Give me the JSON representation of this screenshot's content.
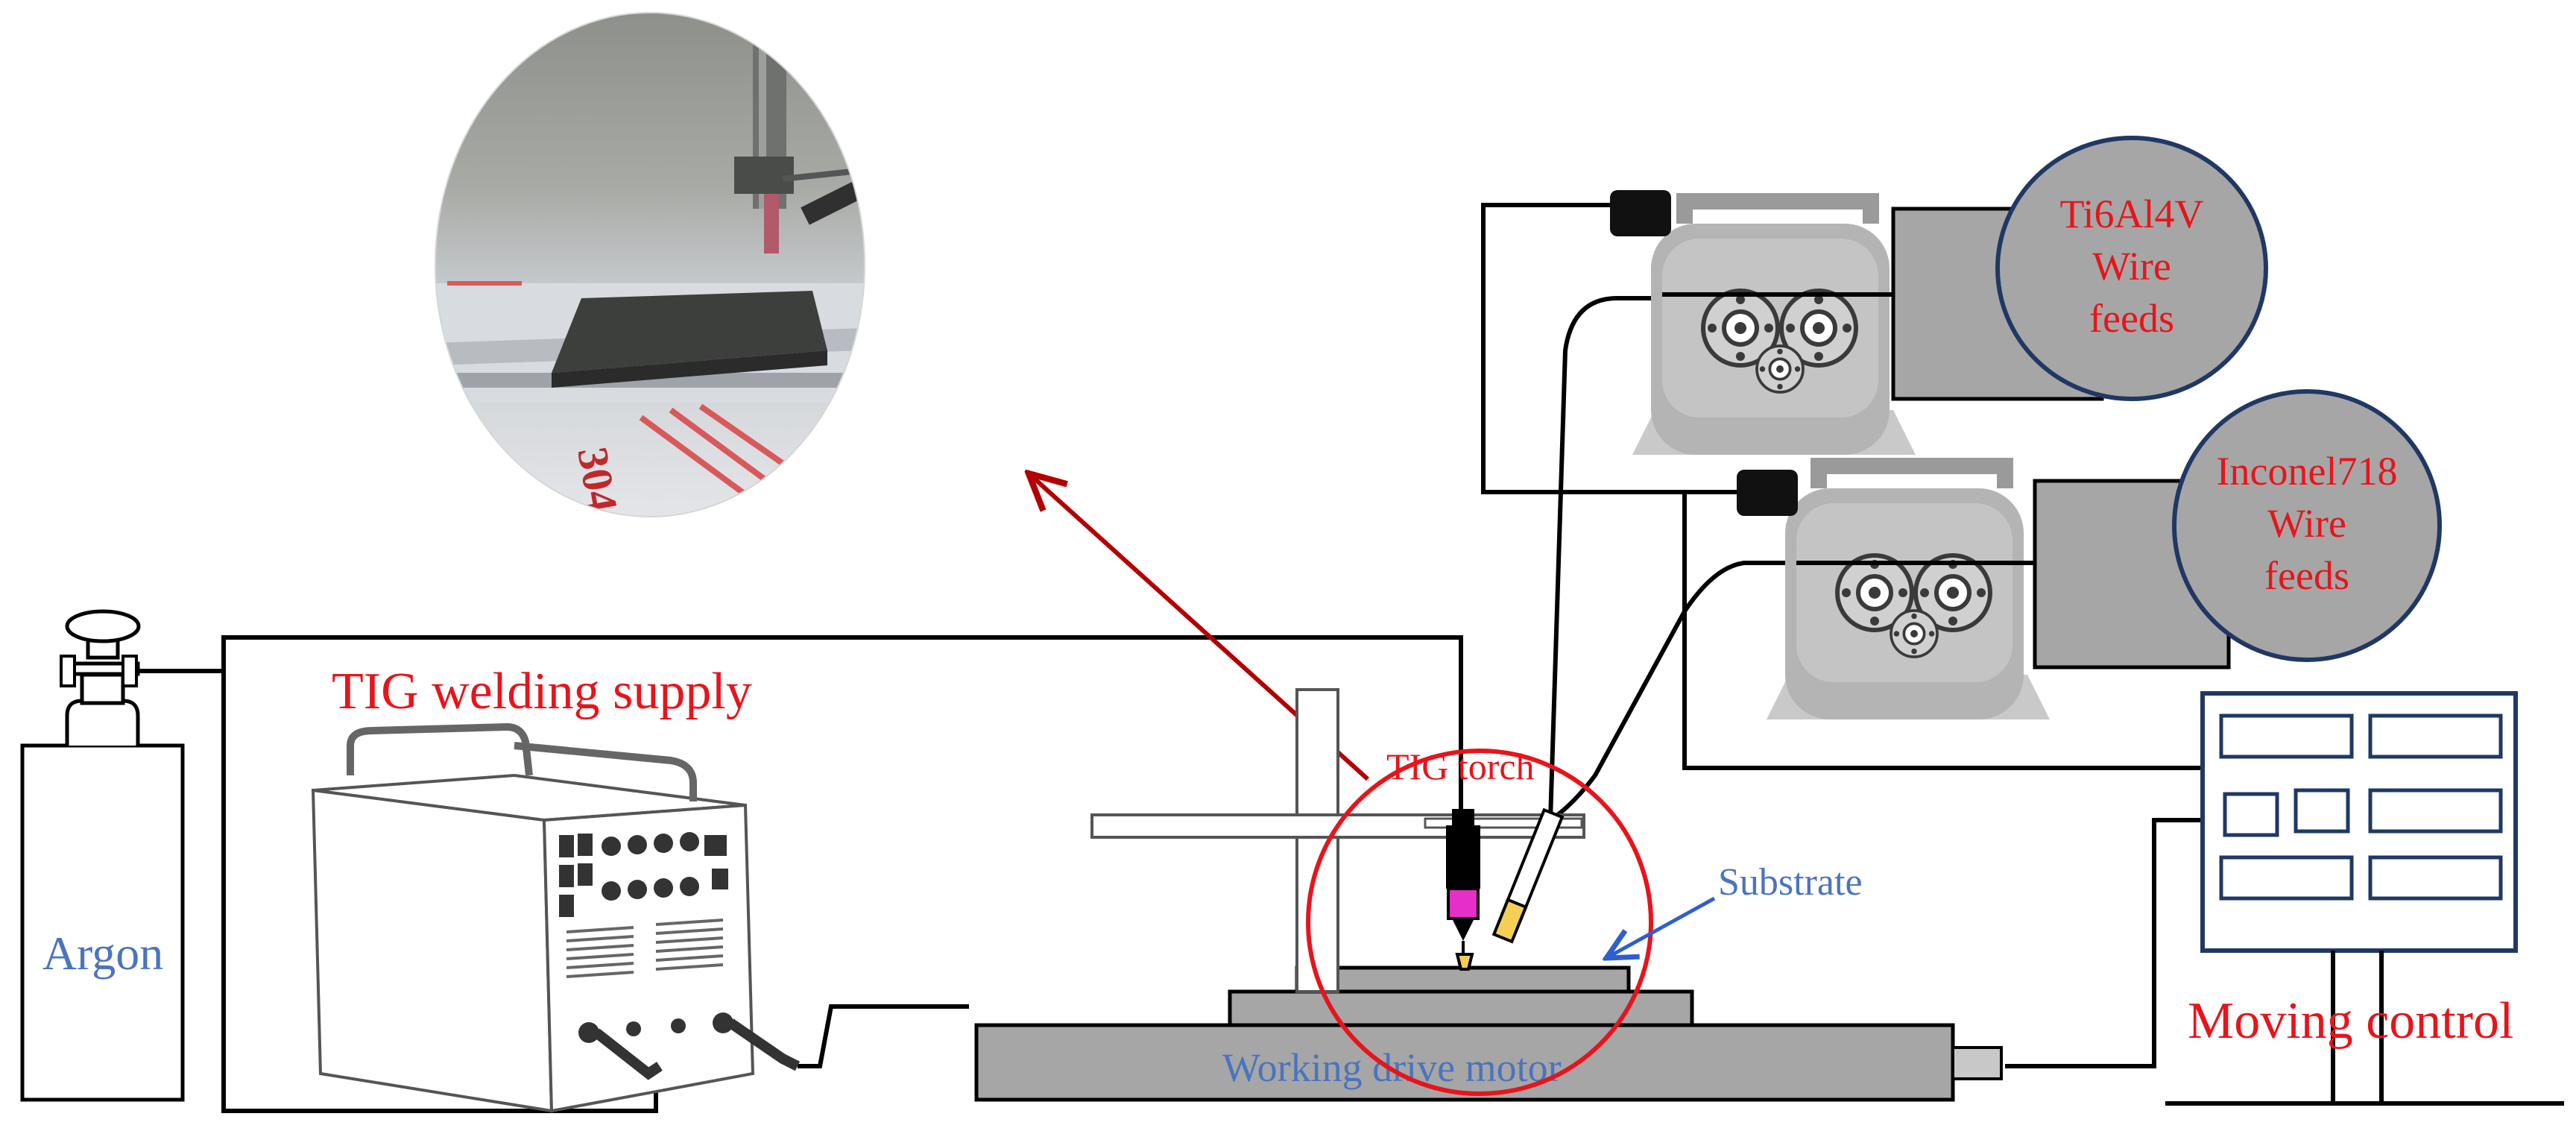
{
  "labels": {
    "argon": "Argon",
    "tig_supply": "TIG welding supply",
    "tig_torch": "TIG torch",
    "substrate": "Substrate",
    "drive_motor": "Working drive motor",
    "moving_control": "Moving control",
    "ti_feeder": {
      "l1": "Ti6Al4V",
      "l2": "Wire",
      "l3": "feeds"
    },
    "in_feeder": {
      "l1": "Inconel718",
      "l2": "Wire",
      "l3": "feeds"
    }
  },
  "photo": {
    "stamp": "304"
  },
  "colors": {
    "red_text": "#e8141b",
    "blue_text": "#4a74bf",
    "dark_red_arrow": "#b40000",
    "gray_fill": "#a6a6a6",
    "panel_navy": "#1f3864",
    "torch_magenta": "#e62ec8",
    "tip_yellow": "#f3cf55"
  }
}
